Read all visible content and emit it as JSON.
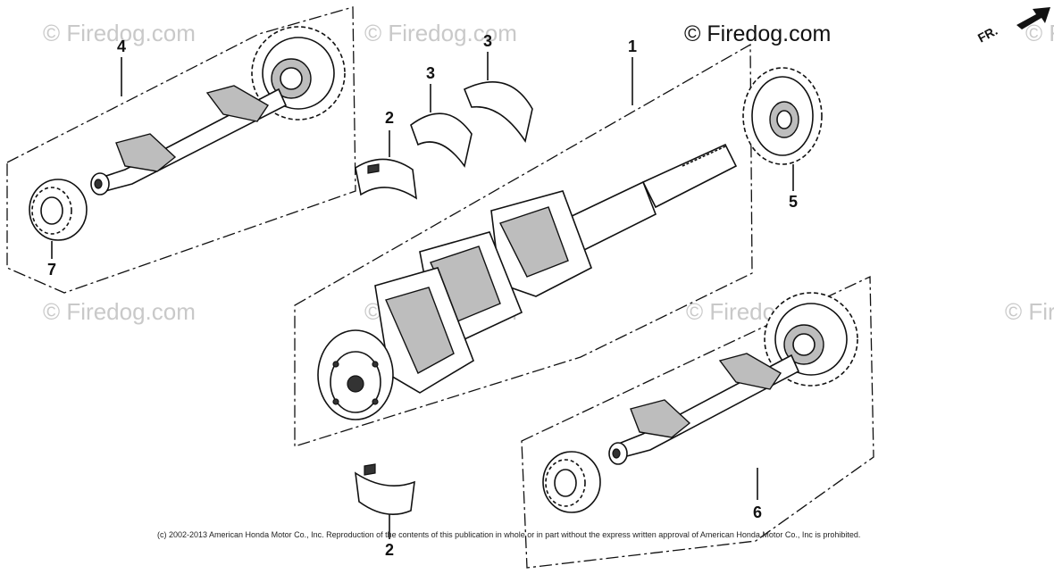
{
  "watermarks": {
    "text": "© Firedog.com",
    "prominent": "© Firedog.com"
  },
  "direction_indicator": {
    "label": "FR."
  },
  "callouts": {
    "c1": "1",
    "c2a": "2",
    "c2b": "2",
    "c3a": "3",
    "c3b": "3",
    "c4": "4",
    "c5": "5",
    "c6": "6",
    "c7": "7"
  },
  "copyright": "(c) 2002-2013 American Honda Motor Co., Inc. Reproduction of the contents of this publication in whole or in part without the express written approval of American Honda Motor Co., Inc is prohibited."
}
